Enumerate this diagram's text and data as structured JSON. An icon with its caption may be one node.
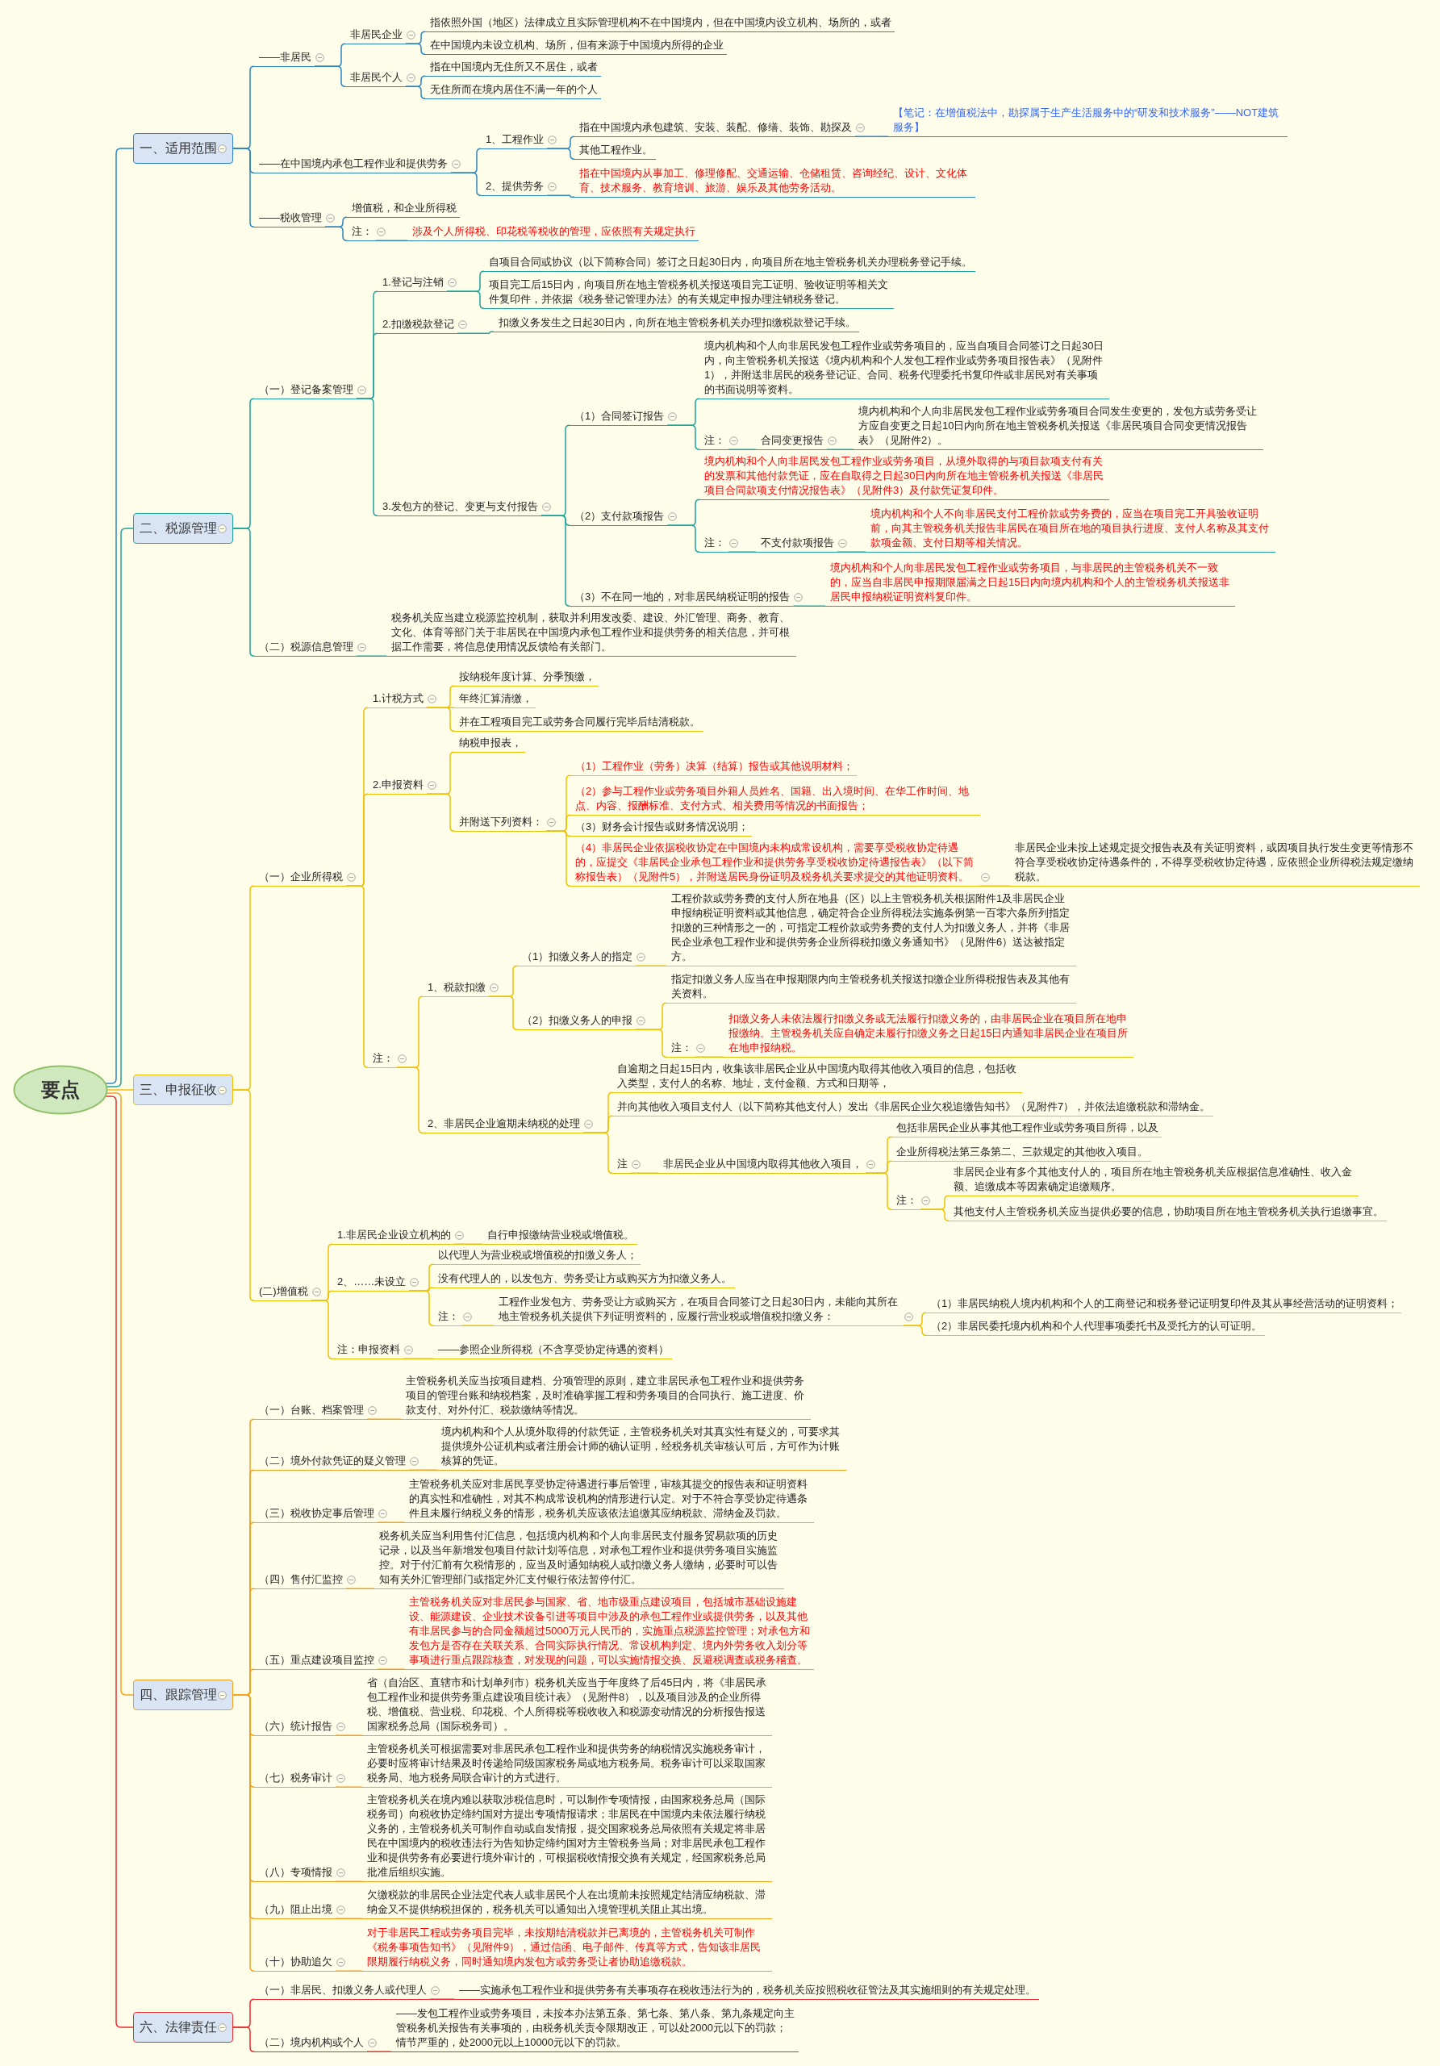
{
  "diagram": {
    "nodes": [
      {
        "text": [
          "要点"
        ]
      },
      {
        "text": [
          "一、适用范围"
        ]
      },
      {
        "text": [
          "——非居民"
        ]
      },
      {
        "text": [
          "非居民企业"
        ]
      },
      {
        "text": [
          "指依照外国（地区）法律成立且实际管理机构不在中国境内，但在中国境内设立机构、场所的，或者"
        ]
      },
      {
        "text": [
          "在中国境内未设立机构、场所，但有来源于中国境内所得的企业"
        ]
      },
      {
        "text": [
          "非居民个人"
        ]
      },
      {
        "text": [
          "指在中国境内无住所又不居住，或者"
        ]
      },
      {
        "text": [
          "无住所而在境内居住不满一年的个人"
        ]
      },
      {
        "text": [
          "——在中国境内承包工程作业和提供劳务"
        ]
      },
      {
        "text": [
          "1、工程作业"
        ]
      },
      {
        "text": [
          "指在中国境内承包建筑、安装、装配、修缮、装饰、勘探及"
        ]
      },
      {
        "text": [
          "【笔记：在增值税法中，勘探属于生产生活服务中的“研发和技术服务”——NOT建筑服务】"
        ]
      },
      {
        "text": [
          "其他工程作业。"
        ]
      },
      {
        "text": [
          "2、提供劳务"
        ]
      },
      {
        "text": [
          "指在中国境内从事加工、修理修配、交通运输、仓储租赁、咨询经纪、设计、文化体育、技术服务、教育培训、旅游、娱乐及其他劳务活动。"
        ]
      },
      {
        "text": [
          "——税收管理"
        ]
      },
      {
        "text": [
          "增值税，和企业所得税"
        ]
      },
      {
        "text": [
          "注："
        ]
      },
      {
        "text": [
          "涉及个人所得税、印花税等税收的管理，应依照有关规定执行"
        ]
      },
      {
        "text": [
          "二、税源管理"
        ]
      },
      {
        "text": [
          "（一）登记备案管理"
        ]
      },
      {
        "text": [
          "1.登记与注销"
        ]
      },
      {
        "text": [
          "自项目合同或协议（以下简称合同）签订之日起30日内，向项目所在地主管税务机关办理税务登记手续。"
        ]
      },
      {
        "text": [
          "项目完工后15日内，向项目所在地主管税务机关报送项目完工证明、验收证明等相关文件复印件，并依据《税务登记管理办法》的有关规定申报办理注销税务登记。"
        ]
      },
      {
        "text": [
          "2.扣缴税款登记"
        ]
      },
      {
        "text": [
          "扣缴义务发生之日起30日内，向所在地主管税务机关办理扣缴税款登记手续。"
        ]
      },
      {
        "text": [
          "3.发包方的登记、变更与支付报告"
        ]
      },
      {
        "text": [
          "（1）合同签订报告"
        ]
      },
      {
        "text": [
          "境内机构和个人向非居民发包工程作业或劳务项目的，应当自项目合同签订之日起30日内，向主管税务机关报送《境内机构和个人发包工程作业或劳务项目报告表》（见附件1），并附送非居民的税务登记证、合同、税务代理委托书复印件或非居民对有关事项的书面说明等资料。"
        ]
      },
      {
        "text": [
          "注："
        ]
      },
      {
        "text": [
          "合同变更报告"
        ]
      },
      {
        "text": [
          "境内机构和个人向非居民发包工程作业或劳务项目合同发生变更的，发包方或劳务受让方应自变更之日起10日内向所在地主管税务机关报送《非居民项目合同变更情况报告表》（见附件2）。"
        ]
      },
      {
        "text": [
          "（2）支付款项报告"
        ]
      },
      {
        "text": [
          "境内机构和个人向非居民发包工程作业或劳务项目，从境外取得的与项目款项支付有关的发票和其他付款凭证，应在自取得之日起30日内向所在地主管税务机关报送《非居民项目合同款项支付情况报告表》（见附件3）及付款凭证复印件。"
        ]
      },
      {
        "text": [
          "注："
        ]
      },
      {
        "text": [
          "不支付款项报告"
        ]
      },
      {
        "text": [
          "境内机构和个人不向非居民支付工程价款或劳务费的，应当在项目完工开具验收证明前，向其主管税务机关报告非居民在项目所在地的项目执行进度、支付人名称及其支付款项金额、支付日期等相关情况。"
        ]
      },
      {
        "text": [
          "（3）不在同一地的，对非居民纳税证明的报告"
        ]
      },
      {
        "text": [
          "境内机构和个人向非居民发包工程作业或劳务项目，与非居民的主管税务机关不一致的，应当自非居民申报期限届满之日起15日内向境内机构和个人的主管税务机关报送非居民申报纳税证明资料复印件。"
        ]
      },
      {
        "text": [
          "（二）税源信息管理"
        ]
      },
      {
        "text": [
          "税务机关应当建立税源监控机制，获取并利用发改委、建设、外汇管理、商务、教育、文化、体育等部门关于非居民在中国境内承包工程作业和提供劳务的相关信息，并可根据工作需要，将信息使用情况反馈给有关部门。"
        ]
      },
      {
        "text": [
          "三、申报征收"
        ]
      },
      {
        "text": [
          "（一）企业所得税"
        ]
      },
      {
        "text": [
          "1.计税方式"
        ]
      },
      {
        "text": [
          "按纳税年度计算、分季预缴，"
        ]
      },
      {
        "text": [
          "年终汇算清缴，"
        ]
      },
      {
        "text": [
          "并在工程项目完工或劳务合同履行完毕后结清税款。"
        ]
      },
      {
        "text": [
          "2.申报资料"
        ]
      },
      {
        "text": [
          "纳税申报表，"
        ]
      },
      {
        "text": [
          "并附送下列资料："
        ]
      },
      {
        "text": [
          "（1）工程作业（劳务）决算（结算）报告或其他说明材料；"
        ]
      },
      {
        "text": [
          "（2）参与工程作业或劳务项目外籍人员姓名、国籍、出入境时间、在华工作时间、地点、内容、报酬标准、支付方式、相关费用等情况的书面报告；"
        ]
      },
      {
        "text": [
          "（3）财务会计报告或财务情况说明；"
        ]
      },
      {
        "text": [
          "（4）非居民企业依据税收协定在中国境内未构成常设机构，需要享受税收协定待遇的，应提交《非居民企业承包工程作业和提供劳务享受税收协定待遇报告表》（以下简称报告表）（见附件5），并附送居民身份证明及税务机关要求提交的其他证明资料。"
        ]
      },
      {
        "text": [
          "非居民企业未按上述规定提交报告表及有关证明资料，或因项目执行发生变更等情形不符合享受税收协定待遇条件的，不得享受税收协定待遇，应依照企业所得税法规定缴纳税款。"
        ]
      },
      {
        "text": [
          "注："
        ]
      },
      {
        "text": [
          "1、税款扣缴"
        ]
      },
      {
        "text": [
          "（1）扣缴义务人的指定"
        ]
      },
      {
        "text": [
          "工程价款或劳务费的支付人所在地县（区）以上主管税务机关根据附件1及非居民企业申报纳税证明资料或其他信息，确定符合企业所得税法实施条例第一百零六条所列指定扣缴的三种情形之一的，可指定工程价款或劳务费的支付人为扣缴义务人，并将《非居民企业承包工程作业和提供劳务企业所得税扣缴义务通知书》（见附件6）送达被指定方。"
        ]
      },
      {
        "text": [
          "（2）扣缴义务人的申报"
        ]
      },
      {
        "text": [
          "指定扣缴义务人应当在申报期限内向主管税务机关报送扣缴企业所得税报告表及其他有关资料。"
        ]
      },
      {
        "text": [
          "注："
        ]
      },
      {
        "text": [
          "扣缴义务人未依法履行扣缴义务或无法履行扣缴义务的，由非居民企业在项目所在地申报缴纳。主管税务机关应自确定未履行扣缴义务之日起15日内通知非居民企业在项目所在地申报纳税。"
        ]
      },
      {
        "text": [
          "2、非居民企业逾期未纳税的处理"
        ]
      },
      {
        "text": [
          "自逾期之日起15日内，收集该非居民企业从中国境内取得其他收入项目的信息，包括收入类型，支付人的名称、地址，支付金额、方式和日期等，"
        ]
      },
      {
        "text": [
          "并向其他收入项目支付人（以下简称其他支付人）发出《非居民企业欠税追缴告知书》（见附件7），并依法追缴税款和滞纳金。"
        ]
      },
      {
        "text": [
          "注"
        ]
      },
      {
        "text": [
          "非居民企业从中国境内取得其他收入项目，"
        ]
      },
      {
        "text": [
          "包括非居民企业从事其他工程作业或劳务项目所得，以及"
        ]
      },
      {
        "text": [
          "企业所得税法第三条第二、三款规定的其他收入项目。"
        ]
      },
      {
        "text": [
          "注："
        ]
      },
      {
        "text": [
          "非居民企业有多个其他支付人的，项目所在地主管税务机关应根据信息准确性、收入金额、追缴成本等因素确定追缴顺序。"
        ]
      },
      {
        "text": [
          "其他支付人主管税务机关应当提供必要的信息，协助项目所在地主管税务机关执行追缴事宜。"
        ]
      },
      {
        "text": [
          "(二)增值税"
        ]
      },
      {
        "text": [
          "1.非居民企业设立机构的"
        ]
      },
      {
        "text": [
          "自行申报缴纳营业税或增值税。"
        ]
      },
      {
        "text": [
          "2、……未设立"
        ]
      },
      {
        "text": [
          "以代理人为营业税或增值税的扣缴义务人；"
        ]
      },
      {
        "text": [
          "没有代理人的，以发包方、劳务受让方或购买方为扣缴义务人。"
        ]
      },
      {
        "text": [
          "注："
        ]
      },
      {
        "text": [
          "工程作业发包方、劳务受让方或购买方，在项目合同签订之日起30日内，未能向其所在地主管税务机关提供下列证明资料的，应履行营业税或增值税扣缴义务："
        ]
      },
      {
        "text": [
          "（1）非居民纳税人境内机构和个人的工商登记和税务登记证明复印件及其从事经营活动的证明资料；"
        ]
      },
      {
        "text": [
          "（2）非居民委托境内机构和个人代理事项委托书及受托方的认可证明。"
        ]
      },
      {
        "text": [
          "注：申报资料"
        ]
      },
      {
        "text": [
          "——参照企业所得税（不含享受协定待遇的资料）"
        ]
      },
      {
        "text": [
          "四、跟踪管理"
        ]
      },
      {
        "text": [
          "（一）台账、档案管理"
        ]
      },
      {
        "text": [
          "主管税务机关应当按项目建档、分项管理的原则，建立非居民承包工程作业和提供劳务项目的管理台账和纳税档案，及时准确掌握工程和劳务项目的合同执行、施工进度、价款支付、对外付汇、税款缴纳等情况。"
        ]
      },
      {
        "text": [
          "（二）境外付款凭证的疑义管理"
        ]
      },
      {
        "text": [
          "境内机构和个人从境外取得的付款凭证，主管税务机关对其真实性有疑义的，可要求其提供境外公证机构或者注册会计师的确认证明，经税务机关审核认可后，方可作为计账核算的凭证。"
        ]
      },
      {
        "text": [
          "（三）税收协定事后管理"
        ]
      },
      {
        "text": [
          "主管税务机关应对非居民享受协定待遇进行事后管理，审核其提交的报告表和证明资料的真实性和准确性，对其不构成常设机构的情形进行认定。对于不符合享受协定待遇条件且未履行纳税义务的情形，税务机关应该依法追缴其应纳税款、滞纳金及罚款。"
        ]
      },
      {
        "text": [
          "（四）售付汇监控"
        ]
      },
      {
        "text": [
          "税务机关应当利用售付汇信息，包括境内机构和个人向非居民支付服务贸易款项的历史记录，以及当年新增发包项目付款计划等信息，对承包工程作业和提供劳务项目实施监控。对于付汇前有欠税情形的，应当及时通知纳税人或扣缴义务人缴纳，必要时可以告知有关外汇管理部门或指定外汇支付银行依法暂停付汇。"
        ]
      },
      {
        "text": [
          "（五）重点建设项目监控"
        ]
      },
      {
        "text": [
          "主管税务机关应对非居民参与国家、省、地市级重点建设项目，包括城市基础设施建设、能源建设、企业技术设备引进等项目中涉及的承包工程作业或提供劳务，以及其他有非居民参与的合同金额超过5000万元人民币的，实施重点税源监控管理；对承包方和发包方是否存在关联关系、合同实际执行情况、常设机构判定、境内外劳务收入划分等事项进行重点跟踪核查，对发现的问题，可以实施情报交换、反避税调查或税务稽查。"
        ]
      },
      {
        "text": [
          "（六）统计报告"
        ]
      },
      {
        "text": [
          "省（自治区、直辖市和计划单列市）税务机关应当于年度终了后45日内，将《非居民承包工程作业和提供劳务重点建设项目统计表》（见附件8），以及项目涉及的企业所得税、增值税、营业税、印花税、个人所得税等税收收入和税源变动情况的分析报告报送国家税务总局（国际税务司）。"
        ]
      },
      {
        "text": [
          "（七）税务审计"
        ]
      },
      {
        "text": [
          "主管税务机关可根据需要对非居民承包工程作业和提供劳务的纳税情况实施税务审计，必要时应将审计结果及时传递给同级国家税务局或地方税务局。税务审计可以采取国家税务局、地方税务局联合审计的方式进行。"
        ]
      },
      {
        "text": [
          "（八）专项情报"
        ]
      },
      {
        "text": [
          "主管税务机关在境内难以获取涉税信息时，可以制作专项情报，由国家税务总局（国际税务司）向税收协定缔约国对方提出专项情报请求；非居民在中国境内未依法履行纳税义务的，主管税务机关可制作自动或自发情报，提交国家税务总局依照有关规定将非居民在中国境内的税收违法行为告知协定缔约国对方主管税务当局；对非居民承包工程作业和提供劳务有必要进行境外审计的，可根据税收情报交换有关规定，经国家税务总局批准后组织实施。"
        ]
      },
      {
        "text": [
          "（九）阻止出境"
        ]
      },
      {
        "text": [
          "欠缴税款的非居民企业法定代表人或非居民个人在出境前未按照规定结清应纳税款、滞纳金又不提供纳税担保的，税务机关可以通知出入境管理机关阻止其出境。"
        ]
      },
      {
        "text": [
          "（十）协助追欠"
        ]
      },
      {
        "text": [
          "对于非居民工程或劳务项目完毕，未按期结清税款并已离境的，主管税务机关可制作《税务事项告知书》（见附件9），通过信函、电子邮件、传真等方式，告知该非居民限期履行纳税义务，同时通知境内发包方或劳务受让者协助追缴税款。"
        ]
      },
      {
        "text": [
          "六、法律责任"
        ]
      },
      {
        "text": [
          "（一）非居民、扣缴义务人或代理人"
        ]
      },
      {
        "text": [
          "——实施承包工程作业和提供劳务有关事项存在税收违法行为的，税务机关应按照税收征管法及其实施细则的有关规定处理。"
        ]
      },
      {
        "text": [
          "（二）境内机构或个人"
        ]
      },
      {
        "text": [
          "——发包工程作业或劳务项目，未按本办法第五条、第七条、第八条、第九条规定向主管税务机关报告有关事项的，由税务机关责令限期改正，可以处2000元以下的罚款；情节严重的，处2000元以上10000元以下的罚款。"
        ]
      }
    ],
    "edges": [
      {
        "from": 0,
        "to": 1,
        "arrow": "none",
        "color": "#2e86c1"
      },
      {
        "from": 1,
        "to": 2,
        "arrow": "none",
        "color": "#2e86c1"
      },
      {
        "from": 2,
        "to": 3,
        "arrow": "none",
        "color": "#2e86c1"
      },
      {
        "from": 3,
        "to": 4,
        "arrow": "none",
        "color": "#2e86c1"
      },
      {
        "from": 3,
        "to": 5,
        "arrow": "none",
        "color": "#2e86c1"
      },
      {
        "from": 2,
        "to": 6,
        "arrow": "none",
        "color": "#2e86c1"
      },
      {
        "from": 6,
        "to": 7,
        "arrow": "none",
        "color": "#2e86c1"
      },
      {
        "from": 6,
        "to": 8,
        "arrow": "none",
        "color": "#2e86c1"
      },
      {
        "from": 1,
        "to": 9,
        "arrow": "none",
        "color": "#2e86c1"
      },
      {
        "from": 9,
        "to": 10,
        "arrow": "none",
        "color": "#2e86c1"
      },
      {
        "from": 10,
        "to": 11,
        "arrow": "none",
        "color": "#2e86c1"
      },
      {
        "from": 11,
        "to": 12,
        "arrow": "none",
        "color": "#2e86c1"
      },
      {
        "from": 10,
        "to": 13,
        "arrow": "none",
        "color": "#2e86c1"
      },
      {
        "from": 9,
        "to": 14,
        "arrow": "none",
        "color": "#2e86c1"
      },
      {
        "from": 14,
        "to": 15,
        "arrow": "none",
        "color": "#2e86c1"
      },
      {
        "from": 1,
        "to": 16,
        "arrow": "none",
        "color": "#2e86c1"
      },
      {
        "from": 16,
        "to": 17,
        "arrow": "none",
        "color": "#2e86c1"
      },
      {
        "from": 16,
        "to": 18,
        "arrow": "none",
        "color": "#2e86c1"
      },
      {
        "from": 18,
        "to": 19,
        "arrow": "none",
        "color": "#2e86c1"
      },
      {
        "from": 0,
        "to": 20,
        "arrow": "none",
        "color": "#1fa39a"
      },
      {
        "from": 20,
        "to": 21,
        "arrow": "none",
        "color": "#1fa39a"
      },
      {
        "from": 21,
        "to": 22,
        "arrow": "none",
        "color": "#1fa39a"
      },
      {
        "from": 22,
        "to": 23,
        "arrow": "none",
        "color": "#1fa39a"
      },
      {
        "from": 22,
        "to": 24,
        "arrow": "none",
        "color": "#1fa39a"
      },
      {
        "from": 21,
        "to": 25,
        "arrow": "none",
        "color": "#1fa39a"
      },
      {
        "from": 25,
        "to": 26,
        "arrow": "none",
        "color": "#1fa39a"
      },
      {
        "from": 21,
        "to": 27,
        "arrow": "none",
        "color": "#1fa39a"
      },
      {
        "from": 27,
        "to": 28,
        "arrow": "none",
        "color": "#1fa39a"
      },
      {
        "from": 28,
        "to": 29,
        "arrow": "none",
        "color": "#1fa39a"
      },
      {
        "from": 28,
        "to": 30,
        "arrow": "none",
        "color": "#1fa39a"
      },
      {
        "from": 30,
        "to": 31,
        "arrow": "none",
        "color": "#1fa39a"
      },
      {
        "from": 31,
        "to": 32,
        "arrow": "none",
        "color": "#1fa39a"
      },
      {
        "from": 27,
        "to": 33,
        "arrow": "none",
        "color": "#1fa39a"
      },
      {
        "from": 33,
        "to": 34,
        "arrow": "none",
        "color": "#1fa39a"
      },
      {
        "from": 33,
        "to": 35,
        "arrow": "none",
        "color": "#1fa39a"
      },
      {
        "from": 35,
        "to": 36,
        "arrow": "none",
        "color": "#1fa39a"
      },
      {
        "from": 36,
        "to": 37,
        "arrow": "none",
        "color": "#1fa39a"
      },
      {
        "from": 27,
        "to": 38,
        "arrow": "none",
        "color": "#1fa39a"
      },
      {
        "from": 38,
        "to": 39,
        "arrow": "none",
        "color": "#1fa39a"
      },
      {
        "from": 20,
        "to": 40,
        "arrow": "none",
        "color": "#1fa39a"
      },
      {
        "from": 40,
        "to": 41,
        "arrow": "none",
        "color": "#1fa39a"
      },
      {
        "from": 0,
        "to": 42,
        "arrow": "none"
      },
      {
        "from": 42,
        "to": 43,
        "arrow": "none"
      },
      {
        "from": 43,
        "to": 44,
        "arrow": "none"
      },
      {
        "from": 44,
        "to": 45,
        "arrow": "none"
      },
      {
        "from": 44,
        "to": 46,
        "arrow": "none"
      },
      {
        "from": 44,
        "to": 47,
        "arrow": "none"
      },
      {
        "from": 43,
        "to": 48,
        "arrow": "none"
      },
      {
        "from": 48,
        "to": 49,
        "arrow": "none"
      },
      {
        "from": 48,
        "to": 50,
        "arrow": "none"
      },
      {
        "from": 50,
        "to": 51,
        "arrow": "none"
      },
      {
        "from": 50,
        "to": 52,
        "arrow": "none"
      },
      {
        "from": 50,
        "to": 53,
        "arrow": "none"
      },
      {
        "from": 50,
        "to": 54,
        "arrow": "none"
      },
      {
        "from": 54,
        "to": 55,
        "arrow": "none"
      },
      {
        "from": 43,
        "to": 56,
        "arrow": "none"
      },
      {
        "from": 56,
        "to": 57,
        "arrow": "none"
      },
      {
        "from": 57,
        "to": 58,
        "arrow": "none"
      },
      {
        "from": 58,
        "to": 59,
        "arrow": "none"
      },
      {
        "from": 57,
        "to": 60,
        "arrow": "none"
      },
      {
        "from": 60,
        "to": 61,
        "arrow": "none"
      },
      {
        "from": 60,
        "to": 62,
        "arrow": "none"
      },
      {
        "from": 62,
        "to": 63,
        "arrow": "none"
      },
      {
        "from": 56,
        "to": 64,
        "arrow": "none"
      },
      {
        "from": 64,
        "to": 65,
        "arrow": "none"
      },
      {
        "from": 64,
        "to": 66,
        "arrow": "none"
      },
      {
        "from": 64,
        "to": 67,
        "arrow": "none"
      },
      {
        "from": 67,
        "to": 68,
        "arrow": "none"
      },
      {
        "from": 68,
        "to": 69,
        "arrow": "none"
      },
      {
        "from": 68,
        "to": 70,
        "arrow": "none"
      },
      {
        "from": 68,
        "to": 71,
        "arrow": "none"
      },
      {
        "from": 71,
        "to": 72,
        "arrow": "none"
      },
      {
        "from": 71,
        "to": 73,
        "arrow": "none"
      },
      {
        "from": 42,
        "to": 74,
        "arrow": "none"
      },
      {
        "from": 74,
        "to": 75,
        "arrow": "none"
      },
      {
        "from": 75,
        "to": 76,
        "arrow": "none"
      },
      {
        "from": 74,
        "to": 77,
        "arrow": "none"
      },
      {
        "from": 77,
        "to": 78,
        "arrow": "none"
      },
      {
        "from": 77,
        "to": 79,
        "arrow": "none"
      },
      {
        "from": 77,
        "to": 80,
        "arrow": "none"
      },
      {
        "from": 80,
        "to": 81,
        "arrow": "none"
      },
      {
        "from": 81,
        "to": 82,
        "arrow": "none"
      },
      {
        "from": 81,
        "to": 83,
        "arrow": "none"
      },
      {
        "from": 74,
        "to": 84,
        "arrow": "none"
      },
      {
        "from": 84,
        "to": 85,
        "arrow": "none"
      },
      {
        "from": 0,
        "to": 86,
        "arrow": "none",
        "color": "#f5a11c"
      },
      {
        "from": 86,
        "to": 87,
        "arrow": "none",
        "color": "#f5a11c"
      },
      {
        "from": 87,
        "to": 88,
        "arrow": "none",
        "color": "#f5a11c"
      },
      {
        "from": 86,
        "to": 89,
        "arrow": "none",
        "color": "#f5a11c"
      },
      {
        "from": 89,
        "to": 90,
        "arrow": "none",
        "color": "#f5a11c"
      },
      {
        "from": 86,
        "to": 91,
        "arrow": "none",
        "color": "#f5a11c"
      },
      {
        "from": 91,
        "to": 92,
        "arrow": "none",
        "color": "#f5a11c"
      },
      {
        "from": 86,
        "to": 93,
        "arrow": "none",
        "color": "#f5a11c"
      },
      {
        "from": 93,
        "to": 94,
        "arrow": "none",
        "color": "#f5a11c"
      },
      {
        "from": 86,
        "to": 95,
        "arrow": "none",
        "color": "#f5a11c"
      },
      {
        "from": 95,
        "to": 96,
        "arrow": "none",
        "color": "#f5a11c"
      },
      {
        "from": 86,
        "to": 97,
        "arrow": "none",
        "color": "#f5a11c"
      },
      {
        "from": 97,
        "to": 98,
        "arrow": "none",
        "color": "#f5a11c"
      },
      {
        "from": 86,
        "to": 99,
        "arrow": "none",
        "color": "#f5a11c"
      },
      {
        "from": 99,
        "to": 100,
        "arrow": "none",
        "color": "#f5a11c"
      },
      {
        "from": 86,
        "to": 101,
        "arrow": "none",
        "color": "#f5a11c"
      },
      {
        "from": 101,
        "to": 102,
        "arrow": "none",
        "color": "#f5a11c"
      },
      {
        "from": 86,
        "to": 103,
        "arrow": "none",
        "color": "#f5a11c"
      },
      {
        "from": 103,
        "to": 104,
        "arrow": "none",
        "color": "#f5a11c"
      },
      {
        "from": 86,
        "to": 105,
        "arrow": "none",
        "color": "#f5a11c"
      },
      {
        "from": 105,
        "to": 106,
        "arrow": "none",
        "color": "#f5a11c"
      },
      {
        "from": 0,
        "to": 107,
        "arrow": "none",
        "color": "#e62e2e"
      },
      {
        "from": 107,
        "to": 108,
        "arrow": "none",
        "color": "#e62e2e"
      },
      {
        "from": 108,
        "to": 109,
        "arrow": "none",
        "color": "#e62e2e"
      },
      {
        "from": 107,
        "to": 110,
        "arrow": "none",
        "color": "#e62e2e"
      },
      {
        "from": 110,
        "to": 111,
        "arrow": "none",
        "color": "#e62e2e"
      }
    ]
  }
}
